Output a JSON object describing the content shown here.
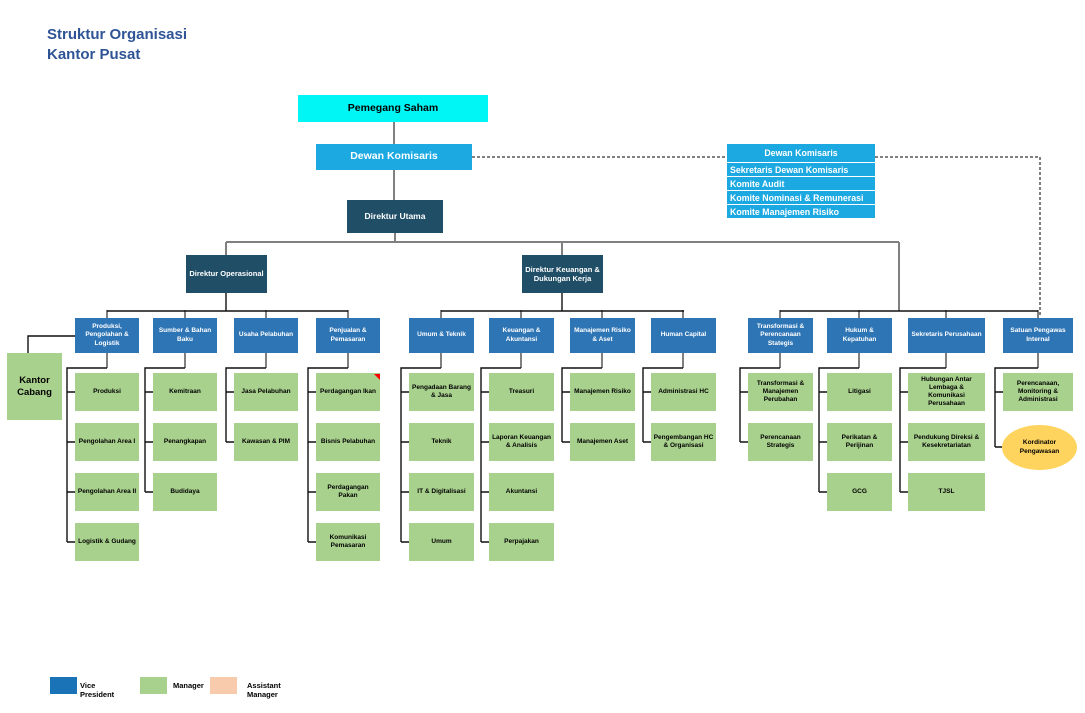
{
  "title": {
    "line1": "Struktur Organisasi",
    "line2": "Kantor Pusat"
  },
  "nodes": {
    "pemegang_saham": "Pemegang Saham",
    "dewan_komisaris": "Dewan Komisaris",
    "direktur_utama": "Direktur Utama",
    "direktur_operasional": "Direktur Operasional",
    "direktur_keuangan": "Direktur Keuangan & Dukungan Kerja",
    "kantor_cabang": "Kantor Cabang",
    "kordinator_pengawasan": "Kordinator Pengawasan"
  },
  "komisaris_panel": {
    "header": "Dewan Komisaris",
    "items": [
      "Sekretaris Dewan Komisaris",
      "Komite Audit",
      "Komite Nominasi & Remunerasi",
      "Komite Manajemen Risiko"
    ]
  },
  "columns": [
    {
      "vp": "Produksi, Pengolahan & Logistik",
      "items": [
        "Produksi",
        "Pengolahan Area I",
        "Pengolahan Area II",
        "Logistik & Gudang"
      ]
    },
    {
      "vp": "Sumber & Bahan Baku",
      "items": [
        "Kemitraan",
        "Penangkapan",
        "Budidaya"
      ]
    },
    {
      "vp": "Usaha Pelabuhan",
      "items": [
        "Jasa Pelabuhan",
        "Kawasan & PIM"
      ]
    },
    {
      "vp": "Penjualan & Pemasaran",
      "items": [
        "Perdagangan Ikan",
        "Bisnis Pelabuhan",
        "Perdagangan Pakan",
        "Komunikasi Pemasaran"
      ]
    },
    {
      "vp": "Umum & Teknik",
      "items": [
        "Pengadaan Barang & Jasa",
        "Teknik",
        "IT & Digitalisasi",
        "Umum"
      ]
    },
    {
      "vp": "Keuangan & Akuntansi",
      "items": [
        "Treasuri",
        "Laporan Keuangan & Analisis",
        "Akuntansi",
        "Perpajakan"
      ]
    },
    {
      "vp": "Manajemen Risiko & Aset",
      "items": [
        "Manajemen Risiko",
        "Manajemen Aset"
      ]
    },
    {
      "vp": "Human Capital",
      "items": [
        "Administrasi HC",
        "Pengembangan HC & Organisasi"
      ]
    },
    {
      "vp": "Transformasi & Perencanaan Stategis",
      "items": [
        "Transformasi & Manajemen Perubahan",
        "Perencanaan Strategis"
      ]
    },
    {
      "vp": "Hukum & Kepatuhan",
      "items": [
        "Litigasi",
        "Perikatan & Perijinan",
        "GCG"
      ]
    },
    {
      "vp": "Sekretaris Perusahaan",
      "items": [
        "Hubungan Antar Lembaga & Komunikasi Perusahaan",
        "Pendukung Direksi & Kesekretariatan",
        "TJSL"
      ]
    },
    {
      "vp": "Satuan Pengawas Internal",
      "items": [
        "Perencanaan, Monitoring & Administrasi"
      ]
    }
  ],
  "legend": {
    "items": [
      {
        "label": "Vice President",
        "color": "#1973B6"
      },
      {
        "label": "Manager",
        "color": "#A9D18E"
      },
      {
        "label": "Assistant Manager",
        "color": "#F8CBAD"
      }
    ]
  },
  "colors": {
    "title_text": "#2F5496",
    "shareholder_box": "#00F5F5",
    "commissioner_box": "#1CA9E2",
    "director_box": "#1F4E66",
    "vp_box": "#2E75B6",
    "manager_box": "#A9D18E",
    "coordinator_ellipse": "#FFD45E",
    "marker": "#FF0000"
  }
}
